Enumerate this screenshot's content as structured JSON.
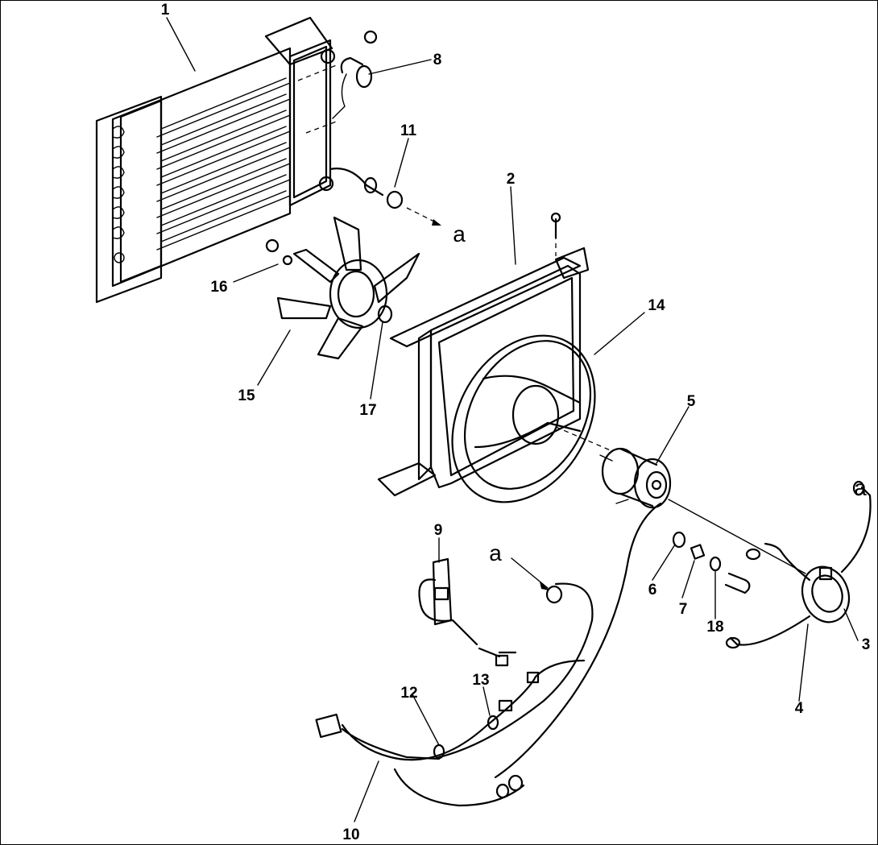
{
  "callouts": {
    "c1": "1",
    "c2": "2",
    "c3": "3",
    "c4": "4",
    "c5": "5",
    "c6": "6",
    "c7": "7",
    "c8": "8",
    "c9": "9",
    "c10": "10",
    "c11": "11",
    "c12": "12",
    "c13": "13",
    "c14": "14",
    "c15": "15",
    "c16": "16",
    "c17": "17",
    "c18": "18"
  },
  "refs": {
    "ref_a1": "a",
    "ref_a2": "a",
    "ref_a3": "a"
  }
}
